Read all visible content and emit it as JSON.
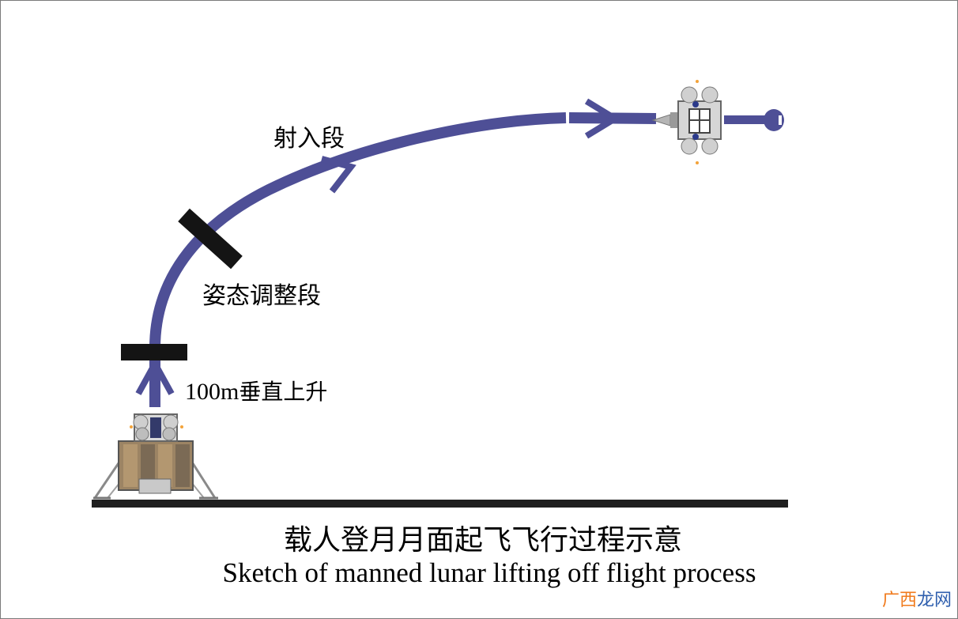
{
  "labels": {
    "injection": "射入段",
    "attitude": "姿态调整段",
    "vertical_prefix": "100m",
    "vertical_suffix": "垂直上升"
  },
  "caption": {
    "zh": "载人登月月面起飞飞行过程示意",
    "en": "Sketch of manned lunar lifting off flight process"
  },
  "watermark": {
    "part_a": "广西",
    "part_b": "龙网"
  },
  "colors": {
    "trajectory": "#4e4f96",
    "ground": "#1f1f1f",
    "markers": "#141414"
  }
}
